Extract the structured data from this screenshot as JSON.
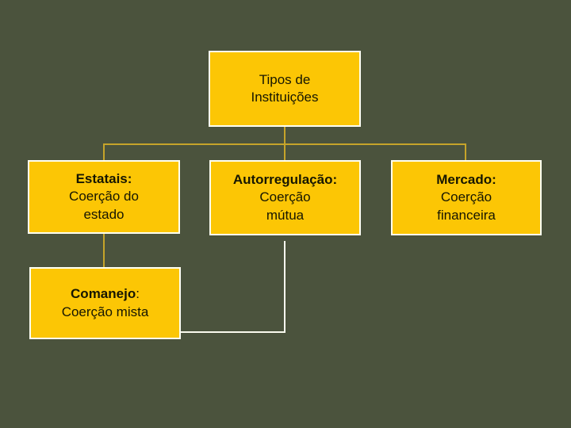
{
  "slide": {
    "kind": "diagram",
    "background_color": "#4B533D",
    "box_fill_color": "#FCC605",
    "box_border_color": "#FFFFF2",
    "connector_gold_color": "#C6A42A",
    "connector_white_color": "#FBFBEF",
    "text_color": "#161602"
  },
  "nodes": {
    "root": {
      "line1": "Tipos de",
      "line2": "Instituições"
    },
    "estatais": {
      "title": "Estatais:",
      "line1": "Coerção do",
      "line2": "estado"
    },
    "autorregulacao": {
      "title": "Autorregulação:",
      "line1": "Coerção",
      "line2": "mútua"
    },
    "mercado": {
      "title": "Mercado:",
      "line1": "Coerção",
      "line2": "financeira"
    },
    "comanejo": {
      "title": "Comanejo",
      "colon": ":",
      "line1": "Coerção mista"
    }
  }
}
